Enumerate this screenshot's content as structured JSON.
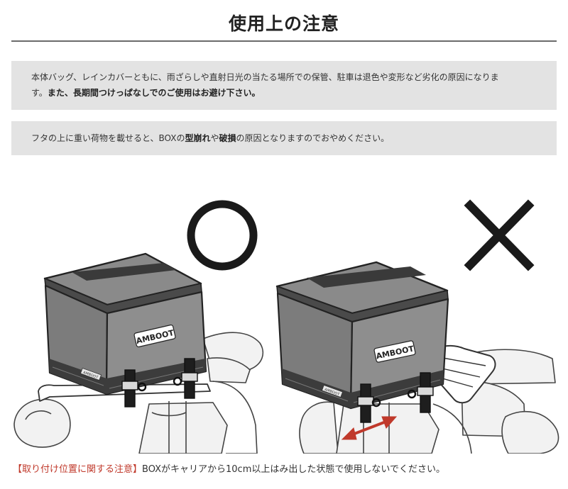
{
  "title": "使用上の注意",
  "notice1": {
    "line1": "本体バッグ、レインカバーともに、雨ざらしや直射日光の当たる場所での保管、駐車は退色や変形など劣化の原因になりま",
    "line2_plain": "す。",
    "line2_bold": "また、長期間つけっぱなしでのご使用はお避け下さい。"
  },
  "notice2": {
    "part1": "フタの上に重い荷物を載せると、BOXの",
    "bold1": "型崩れ",
    "part2": "や",
    "bold2": "破損",
    "part3": "の原因となりますのでおやめください。"
  },
  "illustration": {
    "ok_symbol": "○",
    "ng_symbol": "×",
    "brand_label": "AMBOOT",
    "tag_label": "AMBOOT",
    "colors": {
      "bag": "#8a8a8a",
      "bag_dark": "#3c3c3c",
      "outline": "#222222",
      "bike": "#f2f2f2",
      "arrow": "#c0392b"
    }
  },
  "caption": {
    "title": "【取り付け位置に関する注意】",
    "text": "BOXがキャリアから10cm以上はみ出した状態で使用しないでください。"
  }
}
